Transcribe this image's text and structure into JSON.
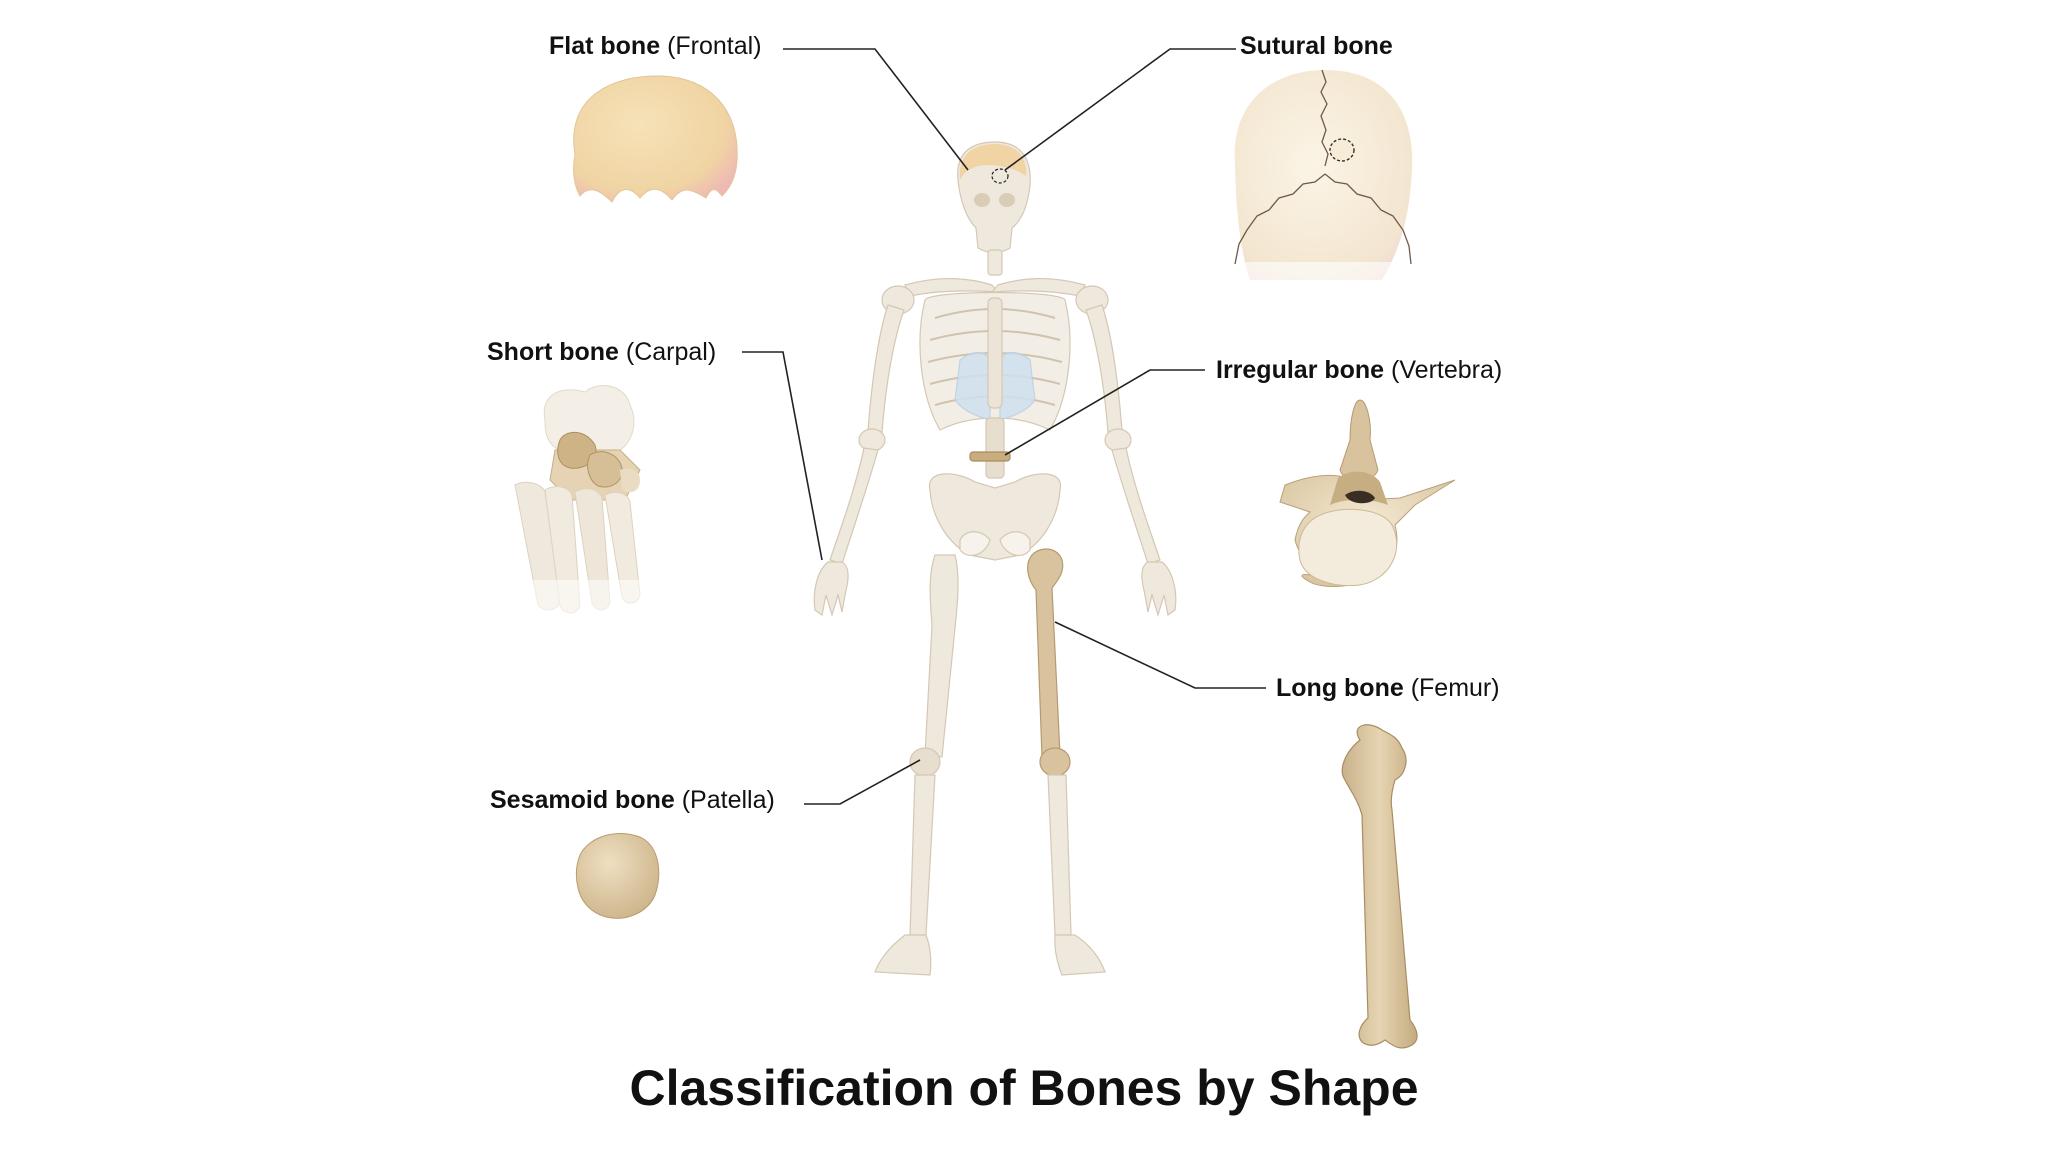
{
  "title": "Classification of Bones by Shape",
  "labels": {
    "flat": {
      "bold": "Flat bone",
      "detail": "(Frontal)"
    },
    "sutural": {
      "bold": "Sutural bone",
      "detail": ""
    },
    "short": {
      "bold": "Short bone",
      "detail": "(Carpal)"
    },
    "irregular": {
      "bold": "Irregular bone",
      "detail": "(Vertebra)"
    },
    "long": {
      "bold": "Long bone",
      "detail": "(Femur)"
    },
    "sesamoid": {
      "bold": "Sesamoid bone",
      "detail": "(Patella)"
    }
  },
  "colors": {
    "background": "#ffffff",
    "bone": "#efe8dc",
    "highlight_bone": "#d9c39e",
    "flat_bone": "#f2d9a8",
    "leader_line": "#222222",
    "cartilage": "#cfe0ef"
  }
}
